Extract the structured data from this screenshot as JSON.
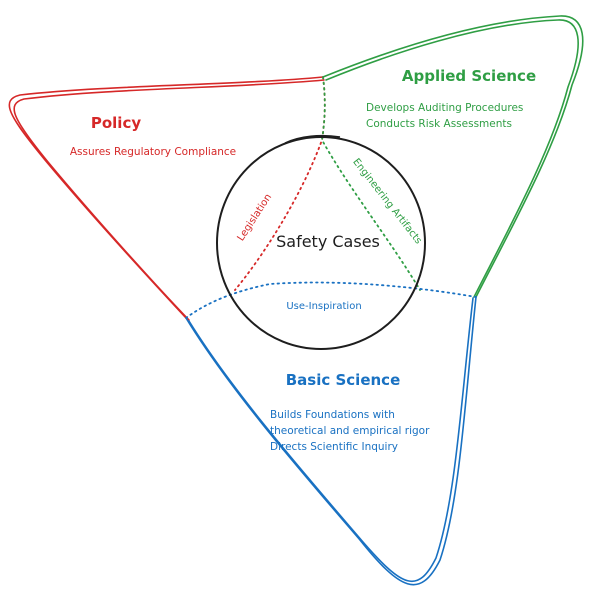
{
  "center": {
    "label": "Safety Cases"
  },
  "regions": {
    "policy": {
      "title": "Policy",
      "lines": [
        "Assures Regulatory Compliance"
      ],
      "color": "#d62828"
    },
    "applied": {
      "title": "Applied Science",
      "lines": [
        "Develops Auditing Procedures",
        "Conducts Risk Assessments"
      ],
      "color": "#2f9e44"
    },
    "basic": {
      "title": "Basic Science",
      "lines": [
        "Builds Foundations with",
        "theoretical and empirical rigor",
        "Directs Scientific Inquiry"
      ],
      "color": "#1971c2"
    }
  },
  "connections": {
    "legislation": "Legislation",
    "engineering": "Engineering Artifacts",
    "use_inspiration": "Use-Inspiration"
  }
}
